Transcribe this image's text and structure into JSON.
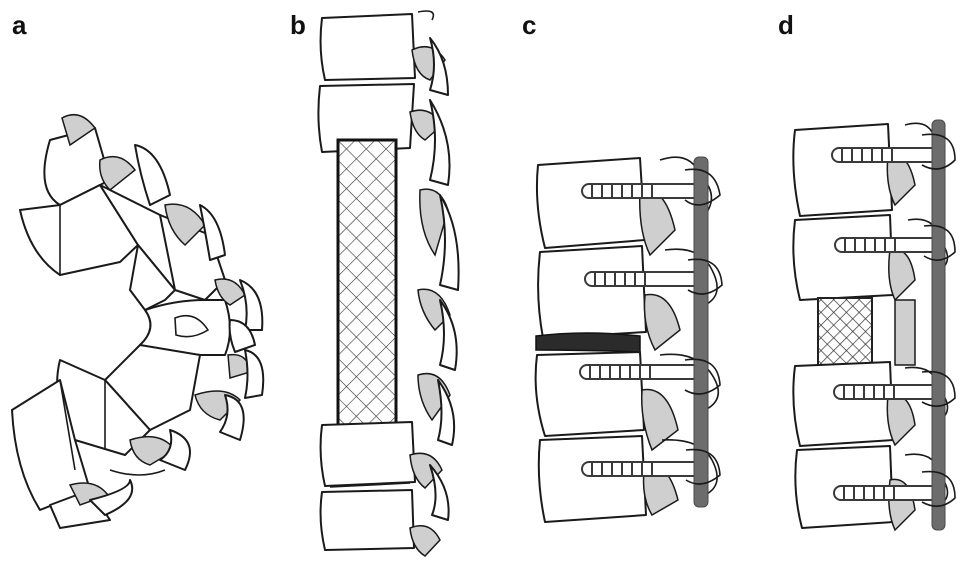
{
  "panels": [
    {
      "label": "a"
    },
    {
      "label": "b"
    },
    {
      "label": "c"
    },
    {
      "label": "d"
    }
  ],
  "colors": {
    "line": "#1a1a1a",
    "shading": "#cfcfcf",
    "rod": "#6c6c6c",
    "collapsed_disc": "#2b2b2b"
  }
}
